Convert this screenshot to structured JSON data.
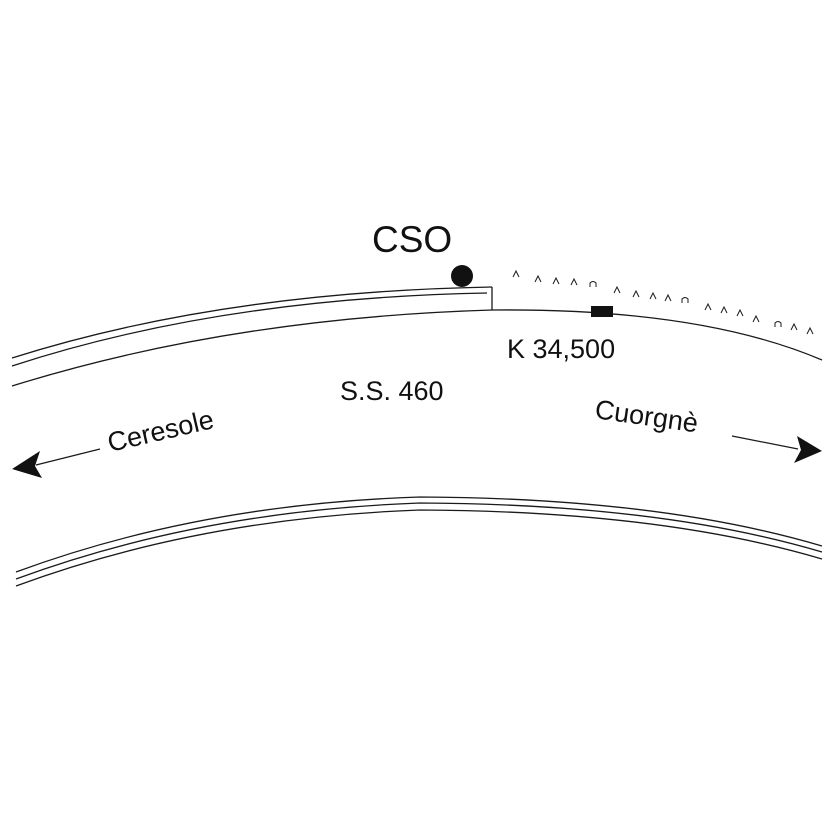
{
  "labels": {
    "station": "CSO",
    "kilometer": "K 34,500",
    "road": "S.S. 460",
    "west_destination": "Ceresole",
    "east_destination": "Cuorgnè"
  },
  "colors": {
    "ink": "#1a1a1a",
    "background": "#ffffff"
  }
}
